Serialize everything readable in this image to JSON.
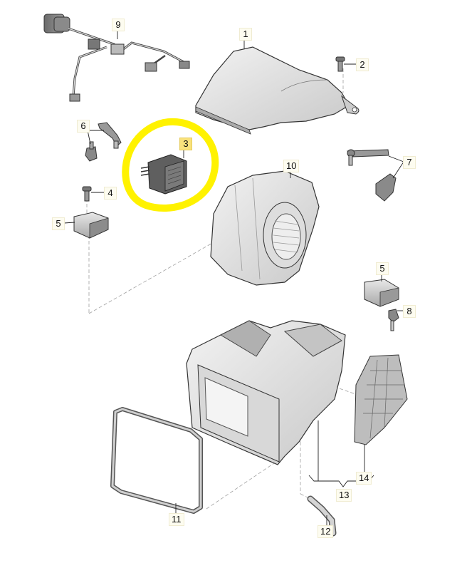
{
  "diagram": {
    "title": "HVAC blower / heater housing exploded parts diagram",
    "highlight": {
      "part": "3",
      "color": "#fff200",
      "shape": "hand-drawn circle"
    },
    "line_color": "#222222",
    "leader_dash_color": "#9a9a9a",
    "parts": [
      {
        "id": "p1",
        "label": "1",
        "name": "Air duct / upper cover"
      },
      {
        "id": "p2",
        "label": "2",
        "name": "Bolt"
      },
      {
        "id": "p3",
        "label": "3",
        "name": "Blower resistor / control module",
        "highlighted": true
      },
      {
        "id": "p4",
        "label": "4",
        "name": "Bolt"
      },
      {
        "id": "p5a",
        "label": "5",
        "name": "Servo motor (left)"
      },
      {
        "id": "p5b",
        "label": "5",
        "name": "Servo motor (right)"
      },
      {
        "id": "p6",
        "label": "6",
        "name": "Linkage / lever"
      },
      {
        "id": "p7",
        "label": "7",
        "name": "Lever / bracket"
      },
      {
        "id": "p8",
        "label": "8",
        "name": "Temperature sensor"
      },
      {
        "id": "p9",
        "label": "9",
        "name": "Wiring harness"
      },
      {
        "id": "p10",
        "label": "10",
        "name": "Blower housing with fan"
      },
      {
        "id": "p11",
        "label": "11",
        "name": "Seal / gasket"
      },
      {
        "id": "p12",
        "label": "12",
        "name": "Drain hose"
      },
      {
        "id": "p13",
        "label": "13",
        "name": "Heater / evaporator housing assembly"
      },
      {
        "id": "p14",
        "label": "14",
        "name": "Cover / flap"
      }
    ]
  }
}
